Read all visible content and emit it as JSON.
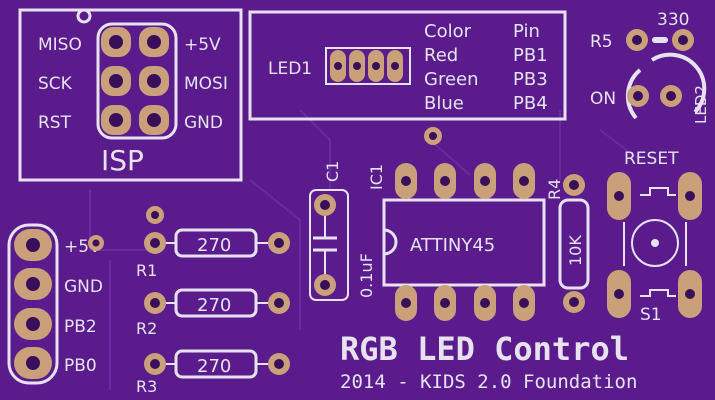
{
  "board": {
    "colors": {
      "background": "#5a1c8c",
      "silkscreen": "#e8e2f0",
      "pad": "#c9a079",
      "hole": "#3a0f5a",
      "trace": "#6a2aa0"
    },
    "isp": {
      "pin_labels_left": [
        "MISO",
        "SCK",
        "RST"
      ],
      "pin_labels_right": [
        "+5V",
        "MOSI",
        "GND"
      ],
      "title": "ISP"
    },
    "led1": {
      "name": "LED1",
      "table_headers": [
        "Color",
        "Pin"
      ],
      "table_rows": [
        [
          "Red",
          "PB1"
        ],
        [
          "Green",
          "PB3"
        ],
        [
          "Blue",
          "PB4"
        ]
      ]
    },
    "r5": {
      "name": "R5",
      "value": "330"
    },
    "led2": {
      "name": "LED2",
      "label_on": "ON"
    },
    "c1": {
      "name": "C1",
      "value": "0.1uF"
    },
    "ic1": {
      "name": "IC1",
      "part": "ATTINY45"
    },
    "r4": {
      "name": "R4",
      "value": "10K"
    },
    "s1": {
      "name": "S1",
      "label": "RESET"
    },
    "header_labels": [
      "+5V",
      "GND",
      "PB2",
      "PB0"
    ],
    "resistors": [
      {
        "name": "R1",
        "value": "270"
      },
      {
        "name": "R2",
        "value": "270"
      },
      {
        "name": "R3",
        "value": "270"
      }
    ],
    "title": "RGB LED Control",
    "subtitle": "2014 - KIDS 2.0 Foundation"
  }
}
